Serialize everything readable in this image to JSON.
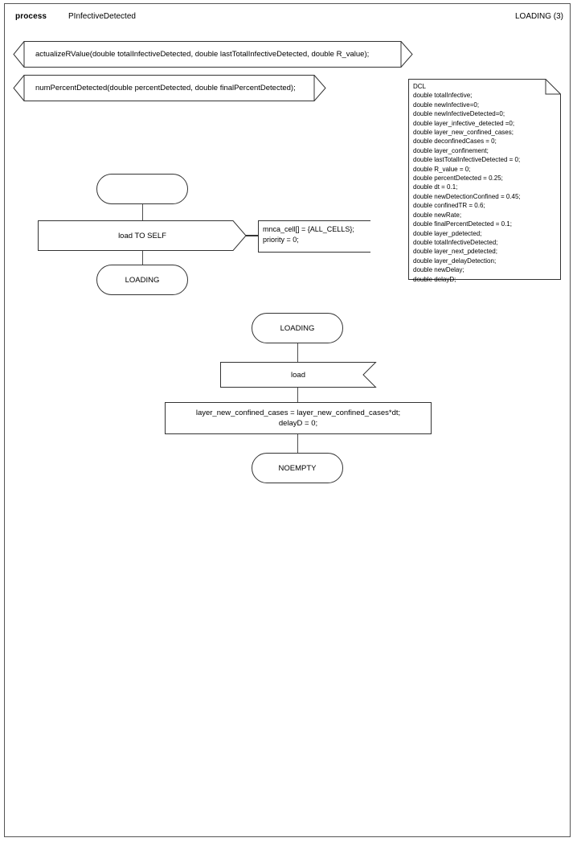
{
  "header": {
    "keyword": "process",
    "process_name": "PInfectiveDetected",
    "page_label": "LOADING (3)"
  },
  "signal_declarations": [
    {
      "name": "signal-actualizeRValue",
      "text": "actualizeRValue(double totalInfectiveDetected, double lastTotalInfectiveDetected, double R_value);"
    },
    {
      "name": "signal-numPercentDetected",
      "text": "numPercentDetected(double percentDetected, double finalPercentDetected);"
    }
  ],
  "dcl_note": {
    "title": "DCL",
    "declarations": [
      "double totalInfective;",
      "double newInfective=0;",
      "double newInfectiveDetected=0;",
      "double layer_infective_detected =0;",
      "double layer_new_confined_cases;",
      "double deconfinedCases = 0;",
      "double layer_confinement;",
      "double lastTotalInfectiveDetected = 0;",
      "double R_value = 0;",
      "double percentDetected = 0.25;",
      "double dt = 0.1;",
      "double newDetectionConfined = 0.45;",
      "double confinedTR = 0.6;",
      "double newRate;",
      "double finalPercentDetected = 0.1;",
      "double layer_pdetected;",
      "double totalInfectiveDetected;",
      "double layer_next_pdetected;",
      "double layer_delayDetection;",
      "double newDelay;",
      "double delayD;"
    ]
  },
  "flow_upper": {
    "start_state_label": "",
    "output_label": "load TO SELF",
    "next_state_label": "LOADING",
    "text_extension": "mnca_cell[] = {ALL_CELLS};\npriority = 0;"
  },
  "flow_lower": {
    "state_label": "LOADING",
    "input_label": "load",
    "task_label": "layer_new_confined_cases = layer_new_confined_cases*dt;\ndelayD = 0;",
    "end_state_label": "NOEMPTY"
  },
  "colors": {
    "stroke": "#333333",
    "connector": "#4d4d4d",
    "frame": "#555555",
    "background": "#ffffff",
    "text": "#000000"
  }
}
